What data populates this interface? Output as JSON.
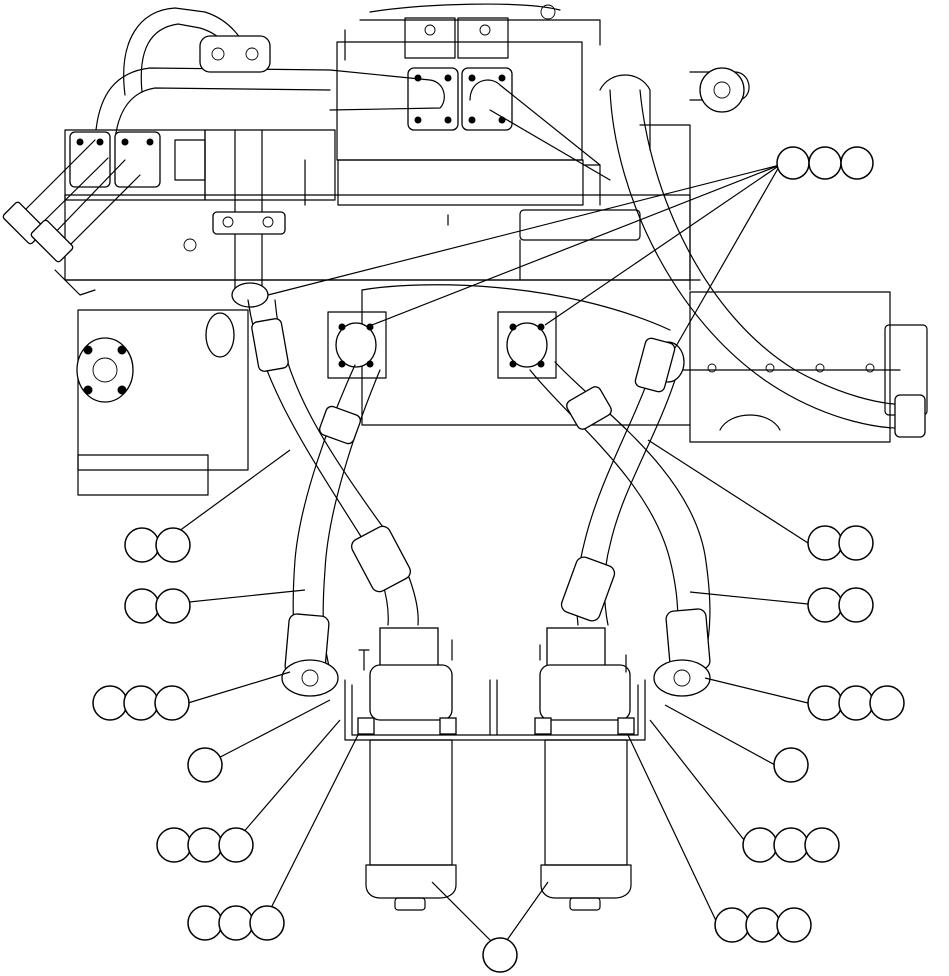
{
  "colors": {
    "line": "#000000",
    "background": "#ffffff"
  },
  "callouts": [
    {
      "id": "c-top-right",
      "bubbles": 3
    },
    {
      "id": "c-left-1",
      "bubbles": 2
    },
    {
      "id": "c-left-2",
      "bubbles": 2
    },
    {
      "id": "c-left-3",
      "bubbles": 3
    },
    {
      "id": "c-left-4",
      "bubbles": 1
    },
    {
      "id": "c-left-5",
      "bubbles": 3
    },
    {
      "id": "c-left-6",
      "bubbles": 3
    },
    {
      "id": "c-right-1",
      "bubbles": 2
    },
    {
      "id": "c-right-2",
      "bubbles": 2
    },
    {
      "id": "c-right-3",
      "bubbles": 3
    },
    {
      "id": "c-right-4",
      "bubbles": 1
    },
    {
      "id": "c-right-5",
      "bubbles": 3
    },
    {
      "id": "c-right-6",
      "bubbles": 3
    },
    {
      "id": "c-bottom",
      "bubbles": 1
    }
  ]
}
